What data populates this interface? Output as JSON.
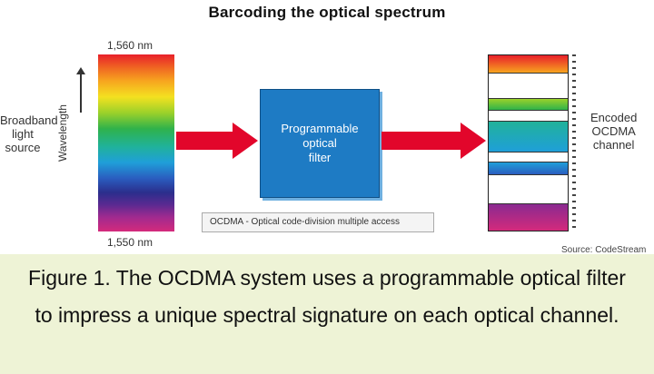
{
  "diagram": {
    "title": "Barcoding the optical spectrum",
    "input_label": "Broadband\nlight\nsource",
    "top_wavelength": "1,560 nm",
    "bottom_wavelength": "1,550 nm",
    "axis_label": "Wavelength",
    "filter_label": "Programmable\noptical\nfilter",
    "legend": "OCDMA - Optical code-division multiple access",
    "output_label": "Encoded\nOCDMA\nchannel",
    "source": "Source: CodeStream"
  },
  "caption": {
    "text": "Figure 1. The OCDMA system uses a programmable optical filter to impress a unique spectral signature on each optical channel."
  },
  "encoded_bands": [
    {
      "color_top": "#e8202a",
      "color_bottom": "#f7a51f",
      "height_frac": 0.1
    },
    {
      "color_top": "#ffffff",
      "color_bottom": "#ffffff",
      "height_frac": 0.15
    },
    {
      "color_top": "#9bd12a",
      "color_bottom": "#2fb24b",
      "height_frac": 0.06
    },
    {
      "color_top": "#ffffff",
      "color_bottom": "#ffffff",
      "height_frac": 0.07
    },
    {
      "color_top": "#20b29a",
      "color_bottom": "#1f9fd9",
      "height_frac": 0.17
    },
    {
      "color_top": "#ffffff",
      "color_bottom": "#ffffff",
      "height_frac": 0.06
    },
    {
      "color_top": "#1f9fd9",
      "color_bottom": "#2a5dbf",
      "height_frac": 0.07
    },
    {
      "color_top": "#ffffff",
      "color_bottom": "#ffffff",
      "height_frac": 0.17
    },
    {
      "color_top": "#8a2a90",
      "color_bottom": "#d42a7c",
      "height_frac": 0.15
    }
  ],
  "colors": {
    "arrow": "#e2062b",
    "filter": "#1e7bc4",
    "caption_bg": "#eef3d6"
  }
}
